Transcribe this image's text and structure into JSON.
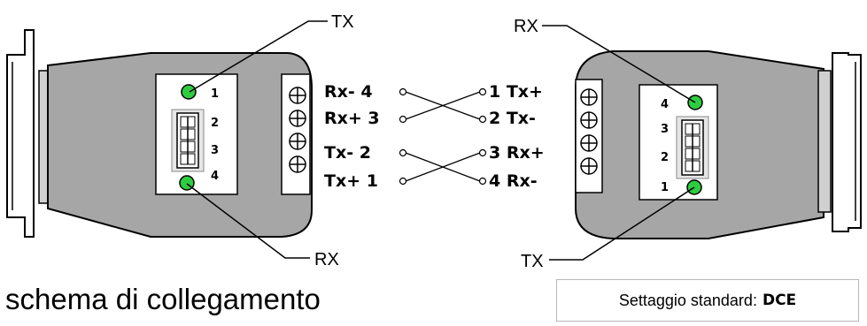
{
  "colors": {
    "adapter_body": "#a6a6a6",
    "panel": "#ffffff",
    "led": "#2ecc40",
    "outline": "#000000",
    "box_border": "#b8b8b8"
  },
  "left_adapter": {
    "callout_top": "TX",
    "callout_bottom": "RX",
    "dip_labels": [
      "1",
      "2",
      "3",
      "4"
    ]
  },
  "right_adapter": {
    "callout_top": "RX",
    "callout_bottom": "TX",
    "dip_labels": [
      "4",
      "3",
      "2",
      "1"
    ]
  },
  "wiring": {
    "left_terminals": [
      "Rx- 4",
      "Rx+ 3",
      "Tx- 2",
      "Tx+ 1"
    ],
    "right_terminals": [
      "1 Tx+",
      "2 Tx-",
      "3 Rx+",
      "4 Rx-"
    ]
  },
  "caption": "schema di collegamento",
  "settings": {
    "label": "Settaggio standard:",
    "value": "DCE"
  }
}
